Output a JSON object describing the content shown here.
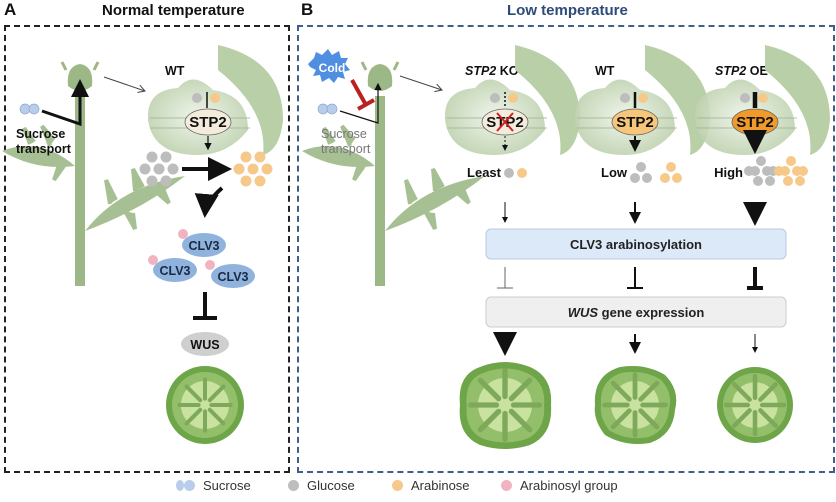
{
  "panel_a": {
    "letter": "A",
    "title": "Normal temperature",
    "genotype": "WT",
    "transport_label_line1": "Sucrose",
    "transport_label_line2": "transport",
    "transporter": "STP2",
    "clv3_labels": [
      "CLV3",
      "CLV3",
      "CLV3"
    ],
    "wus_label": "WUS"
  },
  "panel_b": {
    "letter": "B",
    "title": "Low temperature",
    "cold_label": "Cold",
    "transport_label_line1": "Sucrose",
    "transport_label_line2": "transport",
    "genotypes": [
      {
        "name_italic": "STP2",
        "name_suffix": " KO",
        "transporter": "STP2",
        "level": "Least",
        "knocked_out": true
      },
      {
        "name_italic": "",
        "name_suffix": "WT",
        "transporter": "STP2",
        "level": "Low",
        "knocked_out": false
      },
      {
        "name_italic": "STP2",
        "name_suffix": " OE",
        "transporter": "STP2",
        "level": "High",
        "knocked_out": false
      }
    ],
    "clv3_box": "CLV3 arabinosylation",
    "wus_box_italic": "WUS",
    "wus_box_suffix": " gene expression"
  },
  "legend": [
    {
      "label": "Sucrose",
      "color": "#b9cdea"
    },
    {
      "label": "Glucose",
      "color": "#bdbdbd"
    },
    {
      "label": "Arabinose",
      "color": "#f6c98a"
    },
    {
      "label": "Arabinosyl group",
      "color": "#f2b3c1"
    }
  ],
  "colors": {
    "title_b": "#2e4a78",
    "plant_green": "#9cb887",
    "cell_green": "#c8d8bb",
    "clv3_fill": "#8fb3dc",
    "clv3_box_fill": "#dce9f8",
    "wus_box_fill": "#efefef",
    "stp2_wt": "#f6c67a",
    "stp2_oe": "#ef9a2a",
    "stp2_ko": "#f3ecdc",
    "ko_cross": "#cc2222",
    "cold_fill": "#4f8ee0",
    "inhibit_red": "#bb1f1f"
  }
}
